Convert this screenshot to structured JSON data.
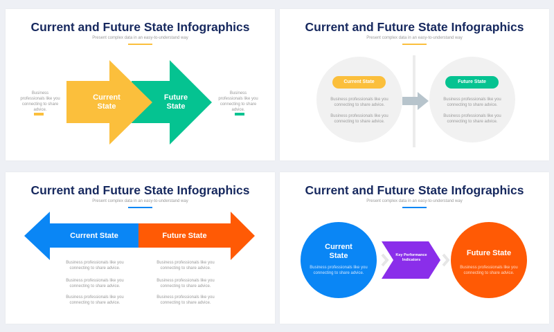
{
  "title": "Current and Future State Infographics",
  "subtitle": "Present complex data in an easy-to-understand way",
  "body_text": "Business professionals like you connecting to share advice.",
  "current_state": "Current State",
  "future_state": "Future State",
  "kpi": "Key Performance Indicators",
  "colors": {
    "yellow": "#fbbf3c",
    "green": "#05c391",
    "blue": "#0a86f5",
    "orange": "#ff5a05",
    "purple": "#8a2eea",
    "navy": "#16285e"
  }
}
